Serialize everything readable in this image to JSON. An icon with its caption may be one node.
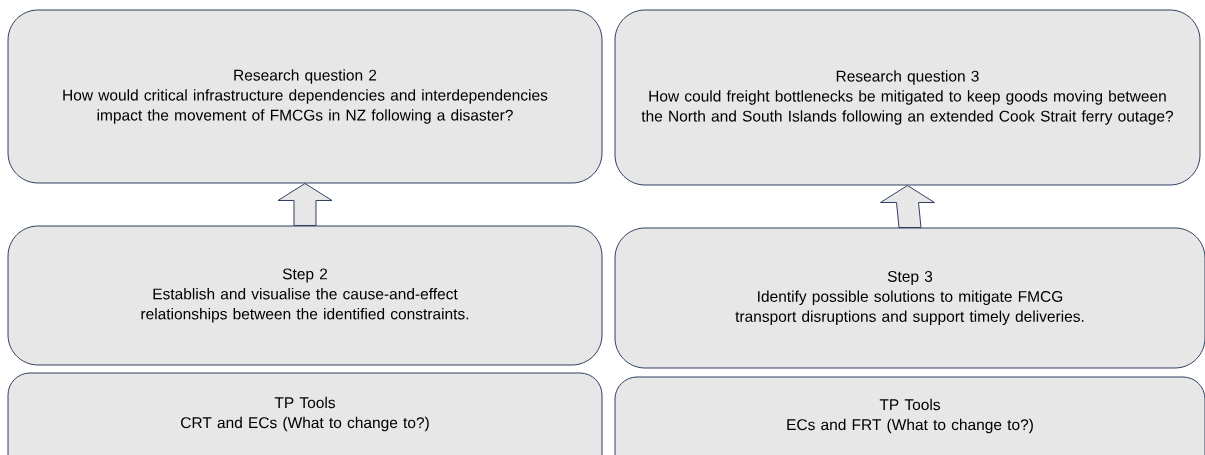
{
  "diagram": {
    "nodes": [
      {
        "text": [
          "Research question 2",
          "How would critical infrastructure dependencies and interdependencies impact the movement of FMCGs in NZ following a disaster?"
        ]
      },
      {
        "text": [
          "Research question 3",
          "How could freight bottlenecks be mitigated to keep goods moving between the North and South Islands following an extended Cook Strait ferry outage?"
        ]
      },
      {
        "text": [
          "Step 2",
          "Establish and visualise the cause-and-effect relationships between the identified constraints."
        ]
      },
      {
        "text": [
          "Step 3",
          "Identify possible solutions to mitigate FMCG transport disruptions and support timely deliveries."
        ]
      },
      {
        "text": [
          "TP Tools",
          "CRT and ECs (What to change to?)"
        ]
      },
      {
        "text": [
          "TP Tools",
          "ECs and FRT (What to change to?)"
        ]
      }
    ],
    "edges": [
      {
        "from": 2,
        "to": 0,
        "arrow": "to"
      },
      {
        "from": 3,
        "to": 1,
        "arrow": "to"
      }
    ]
  }
}
